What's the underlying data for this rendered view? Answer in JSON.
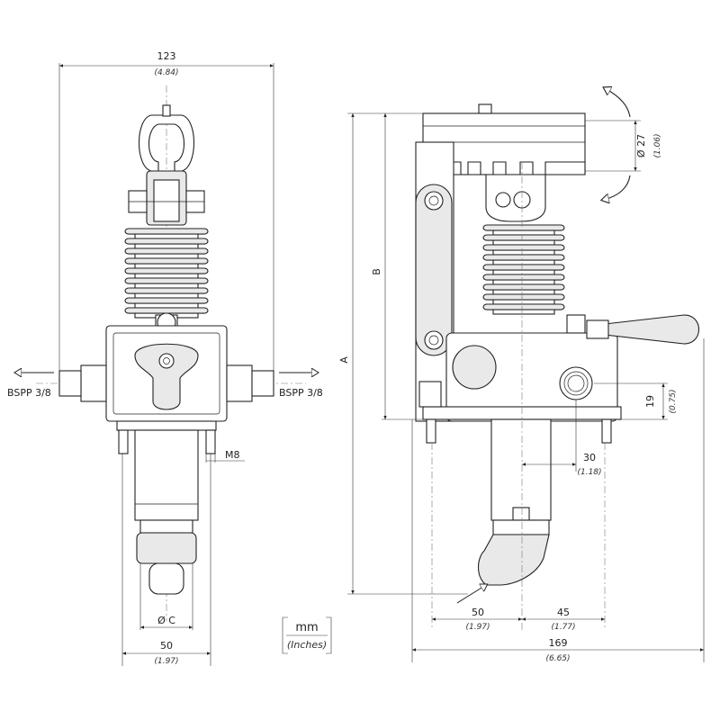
{
  "dimensions": {
    "overall_width": {
      "mm": "123",
      "in": "(4.84)"
    },
    "base_width": {
      "mm": "50",
      "in": "(1.97)"
    },
    "side_width": {
      "mm": "169",
      "in": "(6.65)"
    },
    "offset_50": {
      "mm": "50",
      "in": "(1.97)"
    },
    "offset_45": {
      "mm": "45",
      "in": "(1.77)"
    },
    "port_offset": {
      "mm": "30",
      "in": "(1.18)"
    },
    "port_height": {
      "mm": "19",
      "in": "(0.75)"
    },
    "handle_diameter": {
      "mm": "Ø 27",
      "in": "(1.06)"
    },
    "height_A": "A",
    "height_B": "B",
    "bore_C": "Ø  C"
  },
  "labels": {
    "port_left": "BSPP 3/8",
    "port_right": "BSPP 3/8",
    "thread": "M8"
  },
  "units": {
    "main": "mm",
    "sub": "(Inches)"
  }
}
